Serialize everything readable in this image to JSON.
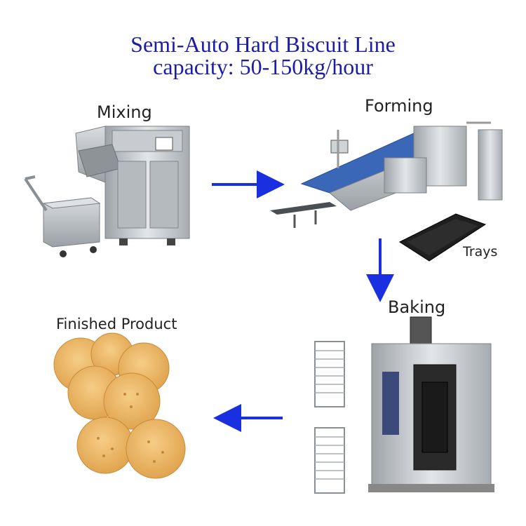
{
  "title": {
    "line1": "Semi-Auto Hard Biscuit Line",
    "line2": "capacity: 50-150kg/hour"
  },
  "stages": {
    "mixing": "Mixing",
    "forming": "Forming",
    "trays": "Trays",
    "baking": "Baking",
    "finished": "Finished Product"
  },
  "colors": {
    "title": "#1c1ca8",
    "arrow": "#1a2fe0",
    "steel": "#bfc3c7",
    "belt": "#3a67b8",
    "biscuit": "#e8b160"
  },
  "icons": [
    "mixer-machine-icon",
    "dough-trolley-icon",
    "forming-machine-icon",
    "baking-tray-icon",
    "rotary-oven-icon",
    "tray-rack-icon",
    "biscuits-icon",
    "arrow-icon"
  ]
}
